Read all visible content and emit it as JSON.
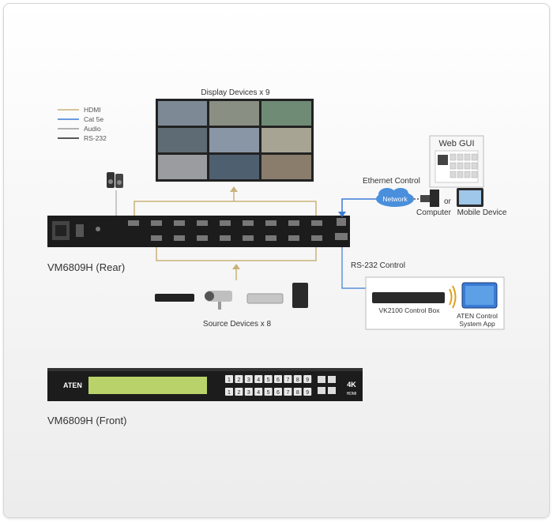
{
  "legend": [
    {
      "label": "HDMI",
      "color": "#c9b27a"
    },
    {
      "label": "Cat 5e",
      "color": "#3a7bd5"
    },
    {
      "label": "Audio",
      "color": "#9a9a9a"
    },
    {
      "label": "RS-232",
      "color": "#222222"
    }
  ],
  "display_devices_label": "Display Devices x 9",
  "source_devices_label": "Source Devices x 8",
  "rear_label": "VM6809H (Rear)",
  "front_label": "VM6809H (Front)",
  "web_gui_label": "Web GUI",
  "ethernet_control_label": "Ethernet Control",
  "network_label": "Network",
  "or_label": "or",
  "computer_label": "Computer",
  "mobile_device_label": "Mobile Device",
  "rs232_control_label": "RS-232 Control",
  "control_box_label": "VK2100 Control Box",
  "control_app_label_line1": "ATEN Control",
  "control_app_label_line2": "System App",
  "front_panel": {
    "brand": "ATEN",
    "input_buttons": [
      "1",
      "2",
      "3",
      "4",
      "5",
      "6",
      "7",
      "8",
      "9"
    ],
    "output_buttons": [
      "1",
      "2",
      "3",
      "4",
      "5",
      "6",
      "7",
      "8",
      "9"
    ],
    "badge_4k": "4K",
    "badge_hdmi": "HDMI"
  },
  "colors": {
    "hdmi": "#c9b27a",
    "cat5e": "#3a7bd5",
    "device_dark": "#1c1c1c",
    "lcd": "#b9d36a"
  }
}
